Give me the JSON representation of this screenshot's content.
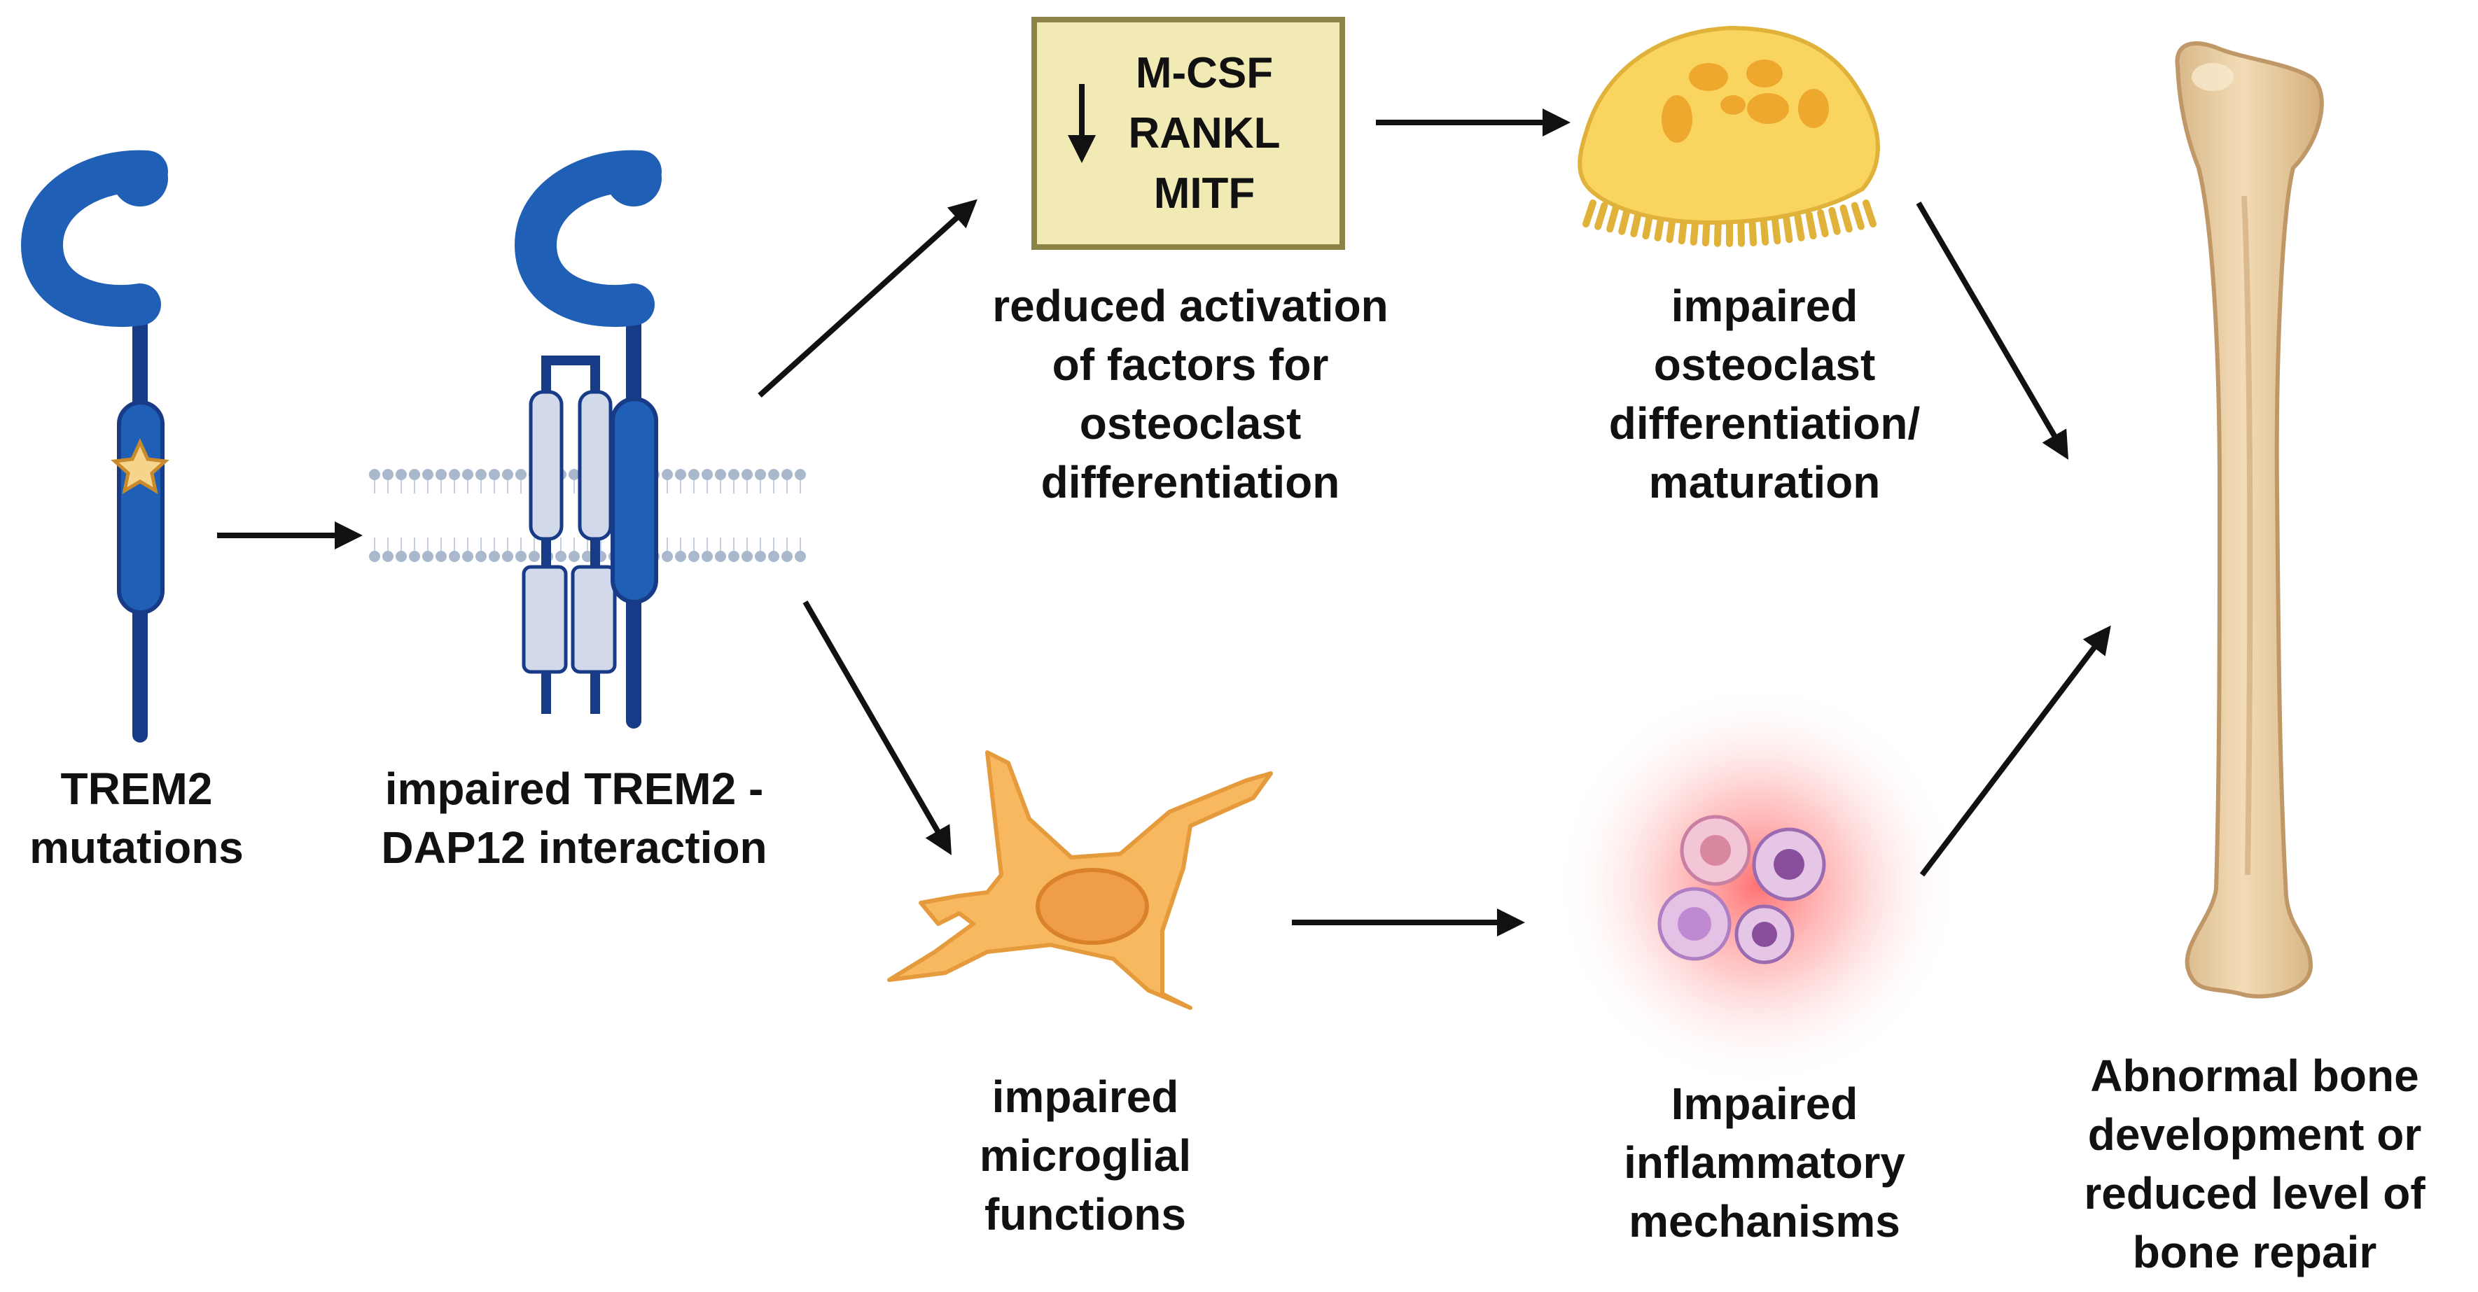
{
  "labels": {
    "trem2_mutations": [
      "TREM2",
      "mutations"
    ],
    "impaired_interaction": [
      "impaired TREM2 -",
      "DAP12 interaction"
    ],
    "reduced_activation": [
      "reduced activation",
      "of factors for",
      "osteoclast",
      "differentiation"
    ],
    "impaired_osteoclast": [
      "impaired",
      "osteoclast",
      "differentiation/",
      "maturation"
    ],
    "impaired_microglial": [
      "impaired",
      "microglial",
      "functions"
    ],
    "impaired_inflammatory": [
      "Impaired",
      "inflammatory",
      "mechanisms"
    ],
    "abnormal_bone": [
      "Abnormal bone",
      "development or",
      "reduced level of",
      "bone repair"
    ]
  },
  "factor_box": {
    "factors": [
      "M-CSF",
      "RANKL",
      "MITF"
    ],
    "direction": "down-arrow-icon"
  },
  "colors": {
    "receptor_blue": "#1f5fb5",
    "receptor_dark": "#173b86",
    "membrane_bead": "#a9b8cc",
    "box_fill": "#f1eab5",
    "box_border": "#8c8446",
    "osteoclast": "#f9d560",
    "microglia": "#f7b860",
    "inflammation_glow": "#ff6f6f",
    "bone": "#ecd4ac",
    "arrow": "#111111"
  }
}
